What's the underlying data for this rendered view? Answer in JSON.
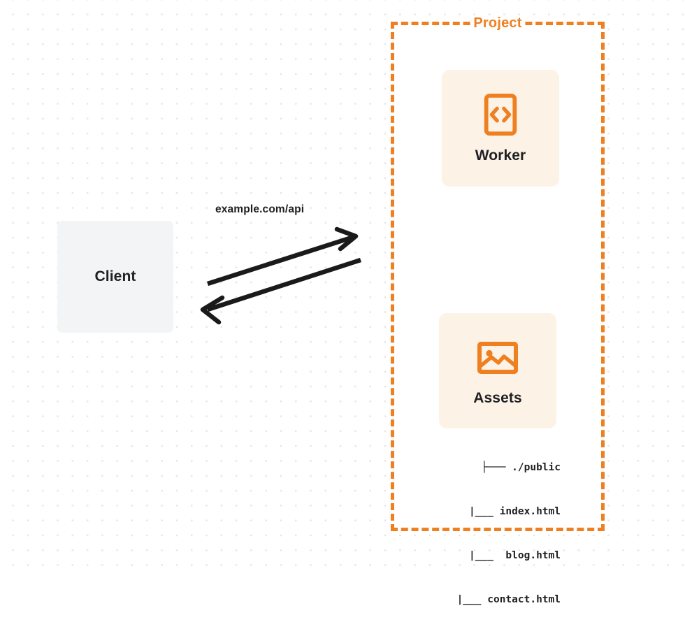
{
  "diagram": {
    "title": "Client to Project Worker and Assets request flow",
    "background": {
      "dot_color": "#e7e7e9",
      "page_color": "#ffffff"
    },
    "colors": {
      "accent_orange": "#ef8022",
      "card_cream": "#fdf2e6",
      "client_gray": "#f3f4f6",
      "text_dark": "#1f2023",
      "arrow_black": "#1a1a1a"
    },
    "client": {
      "label": "Client"
    },
    "project": {
      "title": "Project",
      "border_style": "dashed",
      "services": [
        {
          "id": "worker",
          "label": "Worker",
          "icon": "code-brackets-icon"
        },
        {
          "id": "assets",
          "label": "Assets",
          "icon": "image-picture-icon"
        }
      ],
      "file_tree": [
        "├─── ./public",
        "   |___ index.html",
        "   |___  blog.html",
        "   |___ contact.html"
      ]
    },
    "connection": {
      "label": "example.com/api",
      "direction": "bidirectional",
      "request_arrow": "client-to-project",
      "response_arrow": "project-to-client"
    }
  }
}
